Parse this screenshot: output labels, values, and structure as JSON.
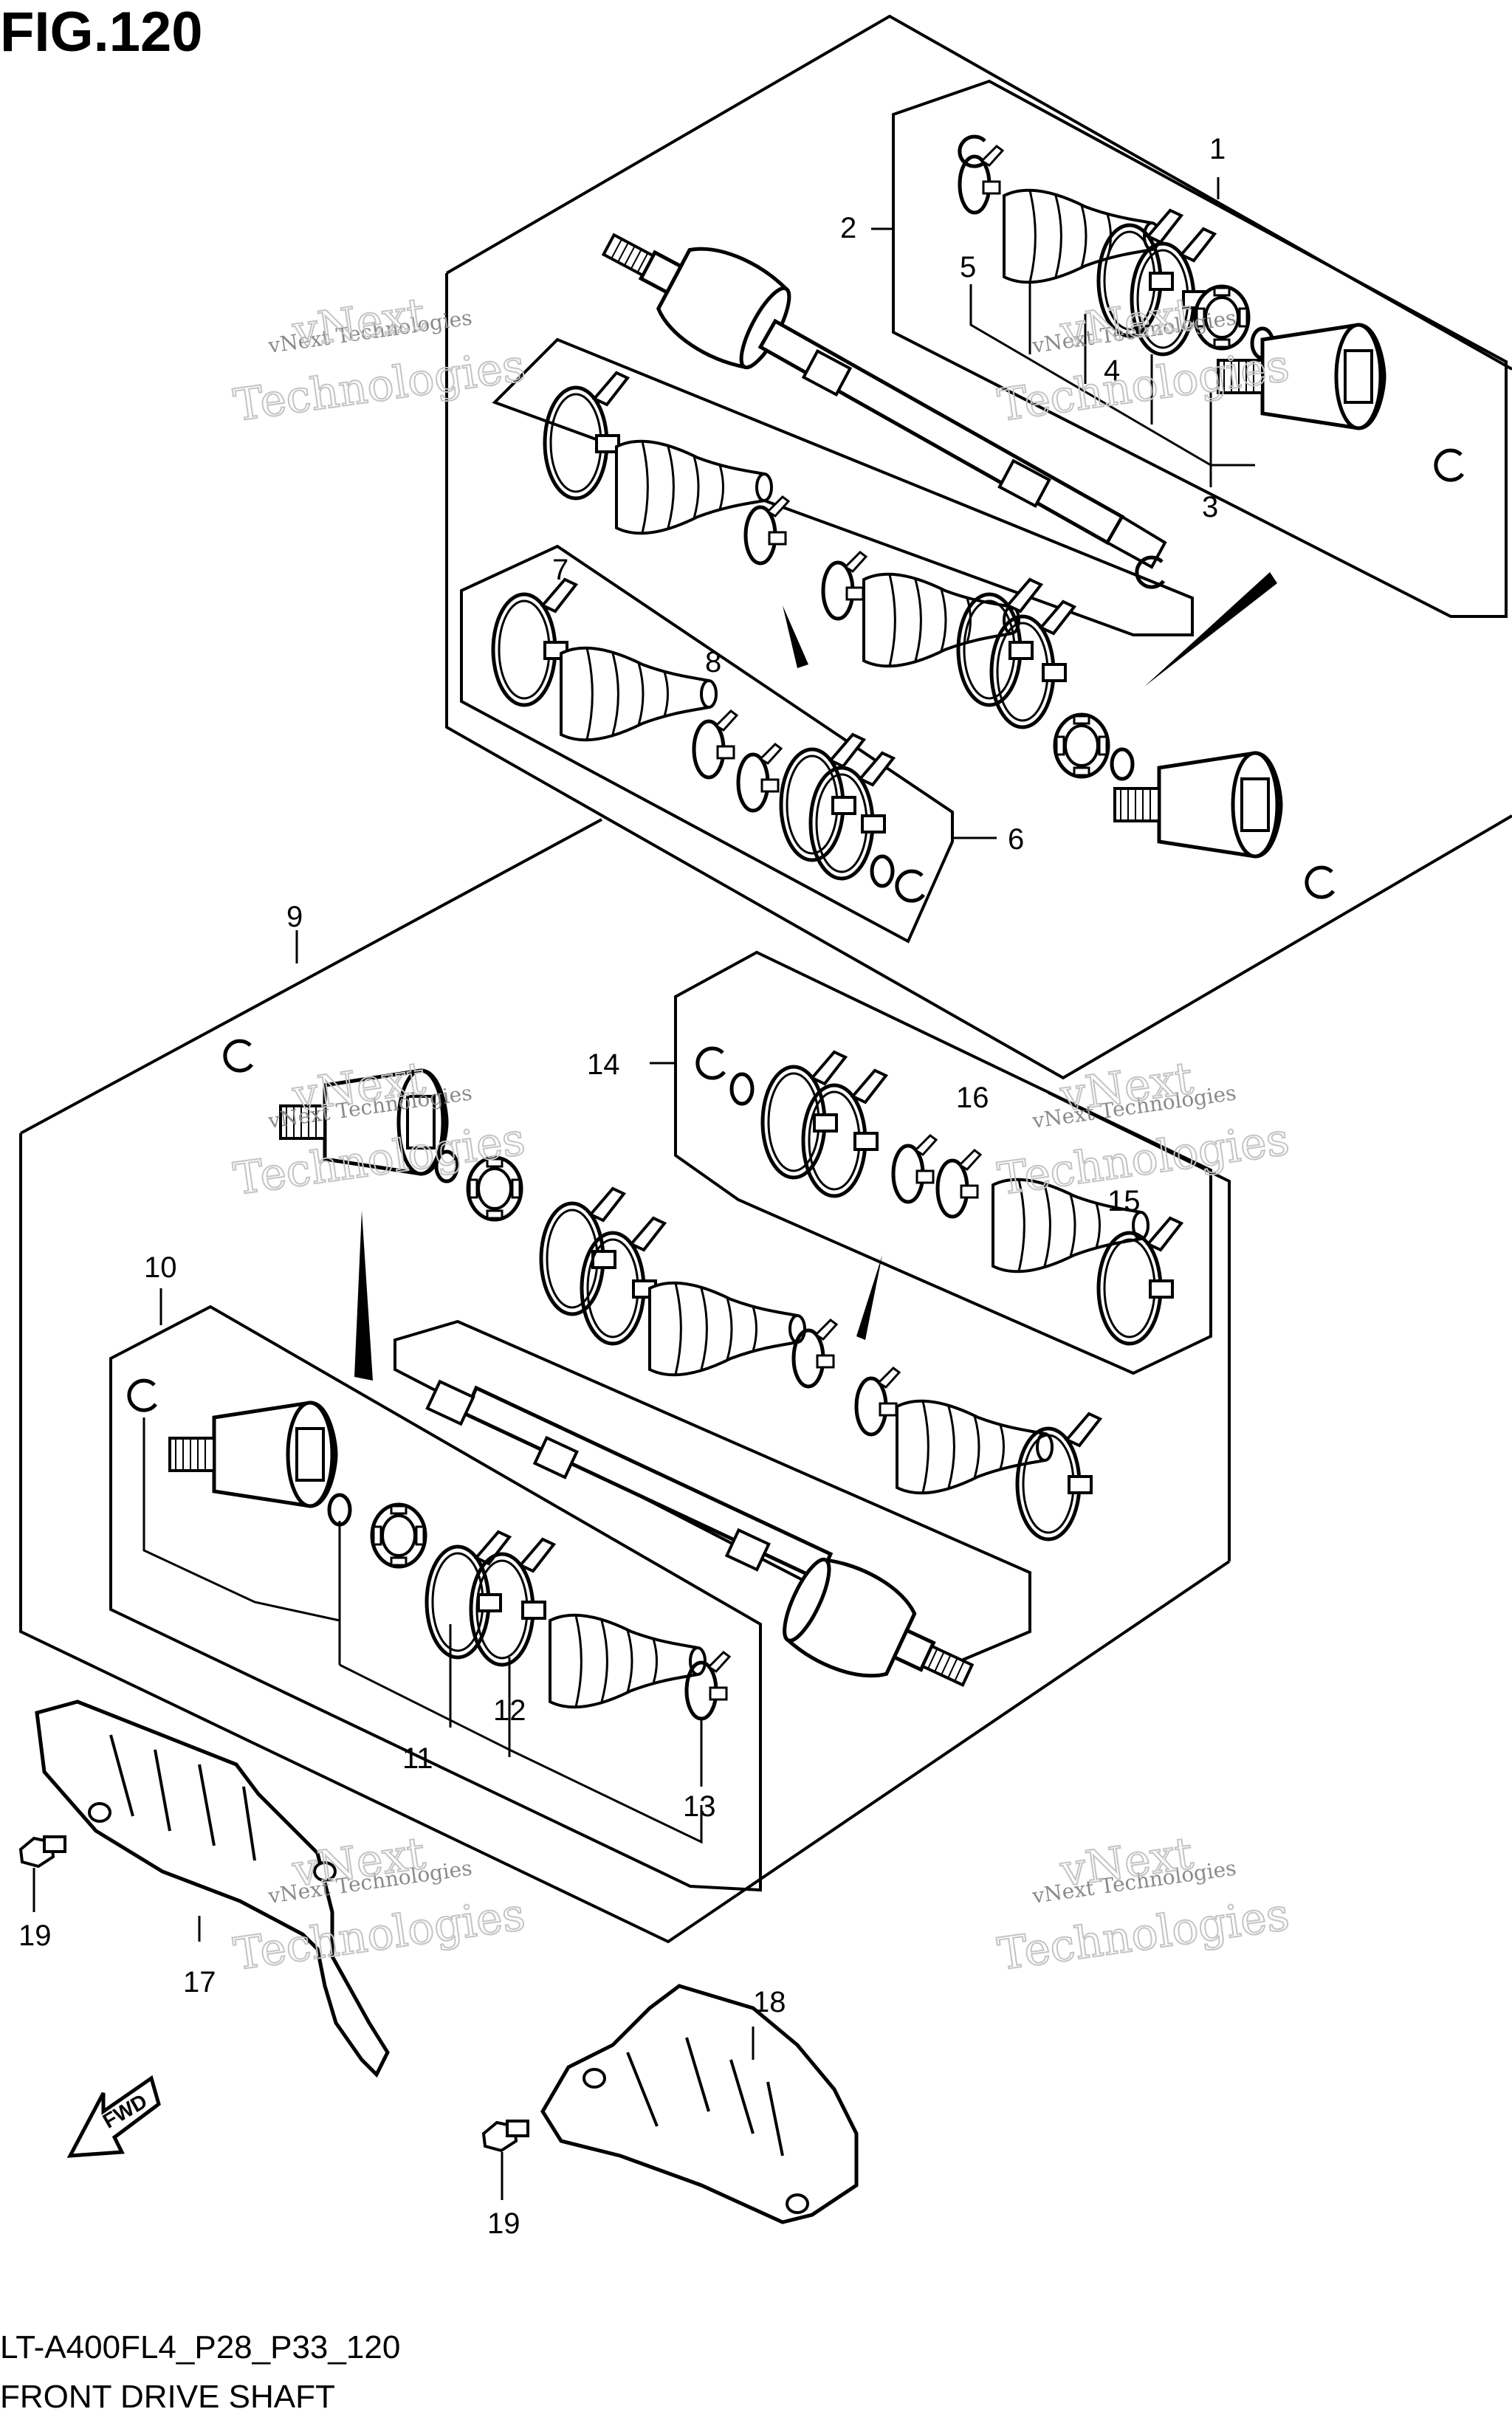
{
  "figure_title": "FIG.120",
  "footer": {
    "model_code": "LT-A400FL4_P28_P33_120",
    "section_name": "FRONT DRIVE SHAFT"
  },
  "callouts": [
    "1",
    "2",
    "3",
    "4",
    "5",
    "6",
    "7",
    "8",
    "9",
    "10",
    "11",
    "12",
    "13",
    "14",
    "15",
    "16",
    "17",
    "18",
    "19",
    "19"
  ],
  "watermark": {
    "line1": "vNext Technologies",
    "line2": "Technologies",
    "line3": "vNext"
  },
  "fwd_label": "FWD",
  "colors": {
    "ink": "#000000",
    "watermark": "#c4c4c4",
    "background": "#ffffff"
  }
}
